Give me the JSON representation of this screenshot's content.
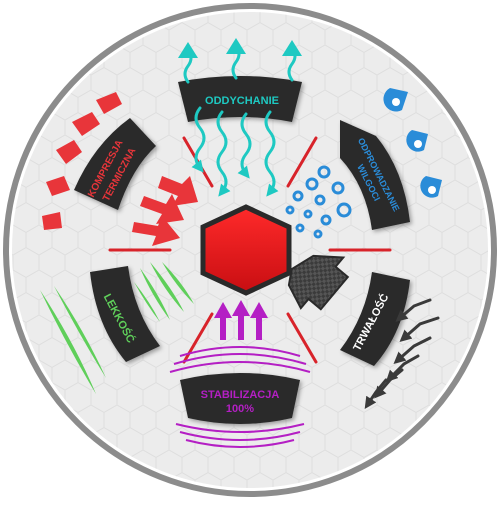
{
  "labels": {
    "oddychanie": "ODDYCHANIE",
    "odprowadzanie_1": "ODPROWADZANIE",
    "odprowadzanie_2": "WILGOCI",
    "trwalosc": "TRWAŁOŚĆ",
    "stabilizacja_1": "STABILIZACJA",
    "stabilizacja_2": "100%",
    "lekkosc": "LEKKOŚĆ",
    "kompresja_1": "KOMPRESJA",
    "kompresja_2": "TERMICZNA"
  },
  "colors": {
    "background": "#ffffff",
    "ring": "#8c8c8c",
    "disc": "#ececec",
    "hexagon_center": "#e8141a",
    "panel": "#2a2a2a",
    "oddychanie": "#1ec9c2",
    "odprowadzanie": "#2a8cd8",
    "trwalosc": "#3a3a3a",
    "stabilizacja": "#b41fc4",
    "lekkosc": "#5fcf5a",
    "kompresja": "#e8353a",
    "divider": "#d8232a"
  },
  "icons": [
    "wavy-arrow-icon",
    "water-drop-icon",
    "bubble-icon",
    "carbon-arrow-icon",
    "impact-arrow-icon",
    "up-arrow-icon",
    "arc-line-icon",
    "leaf-stripe-icon",
    "heat-arrow-icon",
    "heat-arc-icon"
  ]
}
